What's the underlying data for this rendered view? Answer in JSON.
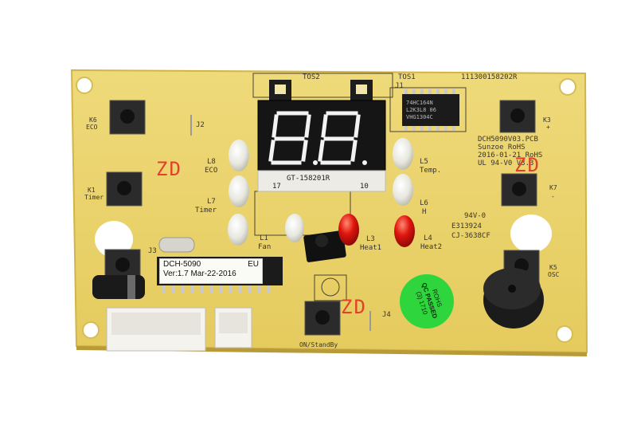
{
  "board": {
    "part_number": "111300158202R",
    "model_block": [
      "DCH5090V03.PCB",
      "Sunzoe RoHS",
      "2016-01-21 RoHS",
      "UL 94-V0 V3.3"
    ],
    "ul_block": [
      "94V-0",
      "E313924",
      "CJ-3638CF"
    ]
  },
  "silkscreen": {
    "tos1": "TOS1",
    "tos2": "TOS2",
    "j1": "J1",
    "j2": "J2",
    "j3": "J3",
    "j4": "J4",
    "k1": "K1",
    "k1_label": "Timer",
    "k3": "K3",
    "k3_label": "+",
    "k5": "K5",
    "k5_label": "OSC",
    "k6": "K6",
    "k6_label": "ECO",
    "k7": "K7",
    "k7_label": "-",
    "on_standby": "ON/StandBy",
    "l1": "L1",
    "l1_label": "Fan",
    "l3": "L3",
    "l3_label": "Heat1",
    "l4": "L4",
    "l4_label": "Heat2",
    "l5": "L5",
    "l5_label": "Temp.",
    "l6": "L6",
    "l6_label": "H",
    "l7": "L7",
    "l7_label": "Timer",
    "l8": "L8",
    "l8_label": "ECO"
  },
  "marker": {
    "zd": "ZD"
  },
  "display": {
    "digits": "8.8.",
    "part": "GT-158201R",
    "pin_left": "17",
    "pin_right": "10"
  },
  "shift_ic": [
    "74HC164N",
    "L2K3L8 06",
    "VHG1304C"
  ],
  "mcu_label": {
    "line1_left": "DCH-5090",
    "line1_right": "EU",
    "line2": "Ver:1.7  Mar-22-2016"
  },
  "qc_sticker": [
    "ROHS",
    "QC PASSED",
    "(3) 1710"
  ],
  "colors": {
    "pcb": "#ecd56e",
    "pcb_edge": "#d9bd4e",
    "silkscreen": "#3a3428",
    "marker_red": "#e2402a",
    "sticker_green": "#2fd53c",
    "led_red": "#e0140e",
    "display_red": "#ff2b2b"
  }
}
